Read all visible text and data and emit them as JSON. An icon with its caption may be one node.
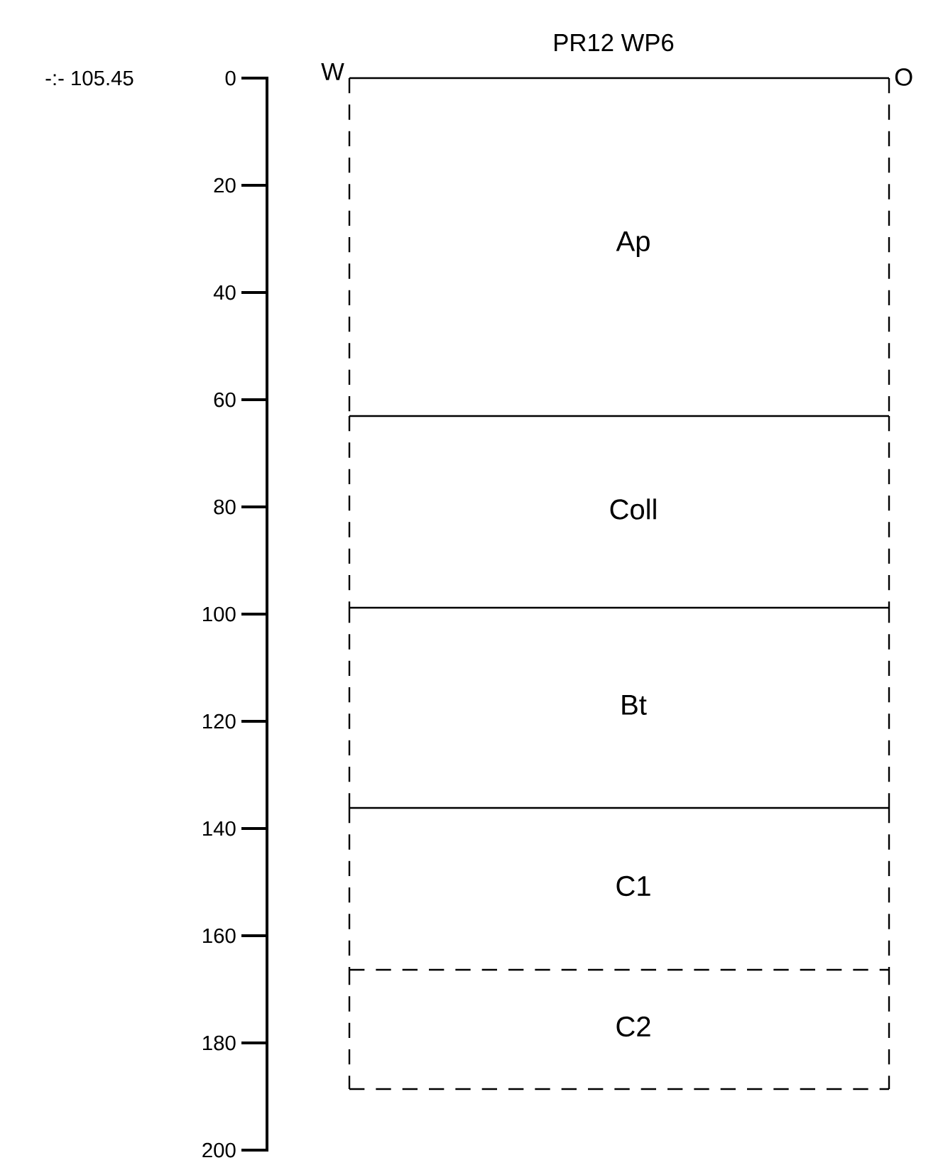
{
  "diagram": {
    "title": "PR12 WP6",
    "nodes": [
      {
        "text": [
          "Ap"
        ]
      },
      {
        "text": [
          "Coll"
        ]
      },
      {
        "text": [
          "Bt"
        ]
      },
      {
        "text": [
          "C1"
        ]
      },
      {
        "text": [
          "C2"
        ]
      }
    ],
    "edges": [],
    "labels": [
      "-:- 105.45",
      "W",
      "O",
      "0",
      "20",
      "40",
      "60",
      "80",
      "100",
      "120",
      "140",
      "160",
      "180",
      "200"
    ]
  }
}
